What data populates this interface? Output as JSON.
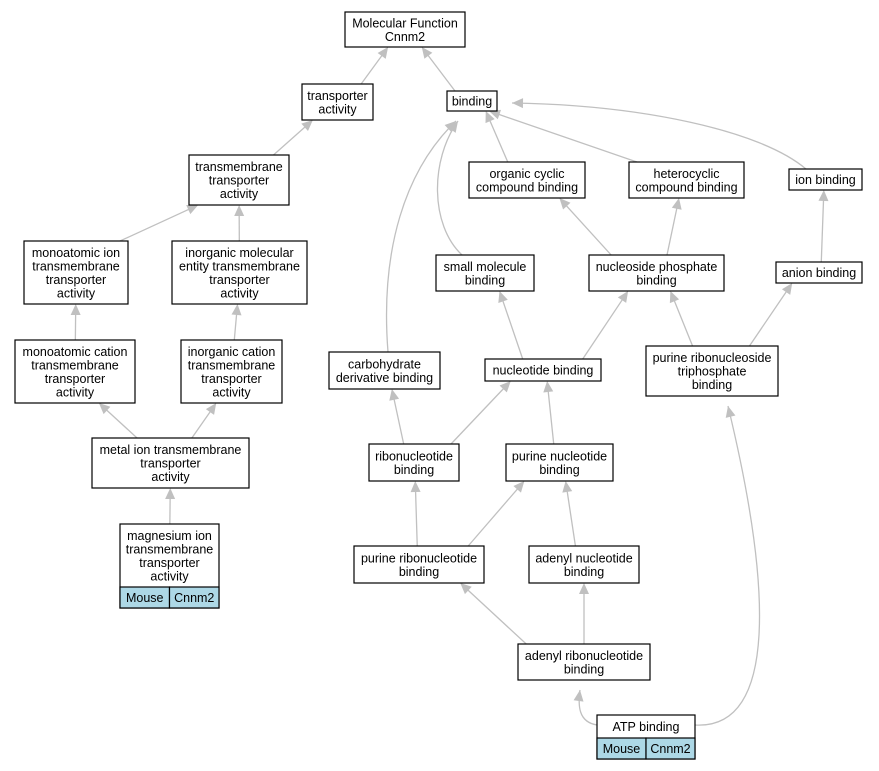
{
  "nodes": {
    "mf": {
      "lines": [
        "Molecular Function",
        "Cnnm2"
      ]
    },
    "transp": {
      "lines": [
        "transporter",
        "activity"
      ]
    },
    "binding": {
      "lines": [
        "binding"
      ]
    },
    "tmtransp": {
      "lines": [
        "transmembrane",
        "transporter",
        "activity"
      ]
    },
    "ocb": {
      "lines": [
        "organic cyclic",
        "compound binding"
      ]
    },
    "hcb": {
      "lines": [
        "heterocyclic",
        "compound binding"
      ]
    },
    "ionb": {
      "lines": [
        "ion binding"
      ]
    },
    "monoion": {
      "lines": [
        "monoatomic ion",
        "transmembrane",
        "transporter",
        "activity"
      ]
    },
    "inorgmol": {
      "lines": [
        "inorganic molecular",
        "entity transmembrane",
        "transporter",
        "activity"
      ]
    },
    "smb": {
      "lines": [
        "small molecule",
        "binding"
      ]
    },
    "npb": {
      "lines": [
        "nucleoside phosphate",
        "binding"
      ]
    },
    "anionb": {
      "lines": [
        "anion binding"
      ]
    },
    "monocat": {
      "lines": [
        "monoatomic cation",
        "transmembrane",
        "transporter",
        "activity"
      ]
    },
    "inorgcat": {
      "lines": [
        "inorganic cation",
        "transmembrane",
        "transporter",
        "activity"
      ]
    },
    "carbo": {
      "lines": [
        "carbohydrate",
        "derivative binding"
      ]
    },
    "nucb": {
      "lines": [
        "nucleotide binding"
      ]
    },
    "prntb": {
      "lines": [
        "purine ribonucleoside",
        "triphosphate",
        "binding"
      ]
    },
    "metalion": {
      "lines": [
        "metal ion transmembrane",
        "transporter",
        "activity"
      ]
    },
    "ribonuc": {
      "lines": [
        "ribonucleotide",
        "binding"
      ]
    },
    "purnuc": {
      "lines": [
        "purine nucleotide",
        "binding"
      ]
    },
    "mgion": {
      "lines": [
        "magnesium ion",
        "transmembrane",
        "transporter",
        "activity"
      ],
      "tags": [
        "Mouse",
        "Cnnm2"
      ]
    },
    "purribo": {
      "lines": [
        "purine ribonucleotide",
        "binding"
      ]
    },
    "adenylnuc": {
      "lines": [
        "adenyl nucleotide",
        "binding"
      ]
    },
    "adenylribo": {
      "lines": [
        "adenyl ribonucleotide",
        "binding"
      ]
    },
    "atp": {
      "lines": [
        "ATP binding"
      ],
      "tags": [
        "Mouse",
        "Cnnm2"
      ]
    }
  },
  "edges": [
    [
      "transp",
      "mf"
    ],
    [
      "binding",
      "mf"
    ],
    [
      "tmtransp",
      "transp"
    ],
    [
      "monoion",
      "tmtransp"
    ],
    [
      "inorgmol",
      "tmtransp"
    ],
    [
      "monocat",
      "monoion"
    ],
    [
      "inorgcat",
      "inorgmol"
    ],
    [
      "metalion",
      "monocat"
    ],
    [
      "metalion",
      "inorgcat"
    ],
    [
      "mgion",
      "metalion"
    ],
    [
      "ocb",
      "binding"
    ],
    [
      "hcb",
      "binding"
    ],
    [
      "ionb",
      "binding"
    ],
    [
      "smb",
      "binding"
    ],
    [
      "carbo",
      "binding"
    ],
    [
      "npb",
      "ocb"
    ],
    [
      "npb",
      "hcb"
    ],
    [
      "anionb",
      "ionb"
    ],
    [
      "nucb",
      "smb"
    ],
    [
      "nucb",
      "npb"
    ],
    [
      "prntb",
      "npb"
    ],
    [
      "prntb",
      "anionb"
    ],
    [
      "ribonuc",
      "carbo"
    ],
    [
      "ribonuc",
      "nucb"
    ],
    [
      "purnuc",
      "nucb"
    ],
    [
      "purribo",
      "ribonuc"
    ],
    [
      "purribo",
      "purnuc"
    ],
    [
      "adenylnuc",
      "purnuc"
    ],
    [
      "adenylribo",
      "purribo"
    ],
    [
      "adenylribo",
      "adenylnuc"
    ],
    [
      "atp",
      "adenylribo"
    ],
    [
      "atp",
      "prntb"
    ]
  ],
  "colors": {
    "edge": "#c0c0c0",
    "tag_fill": "#add8e6",
    "box_stroke": "#000000"
  }
}
